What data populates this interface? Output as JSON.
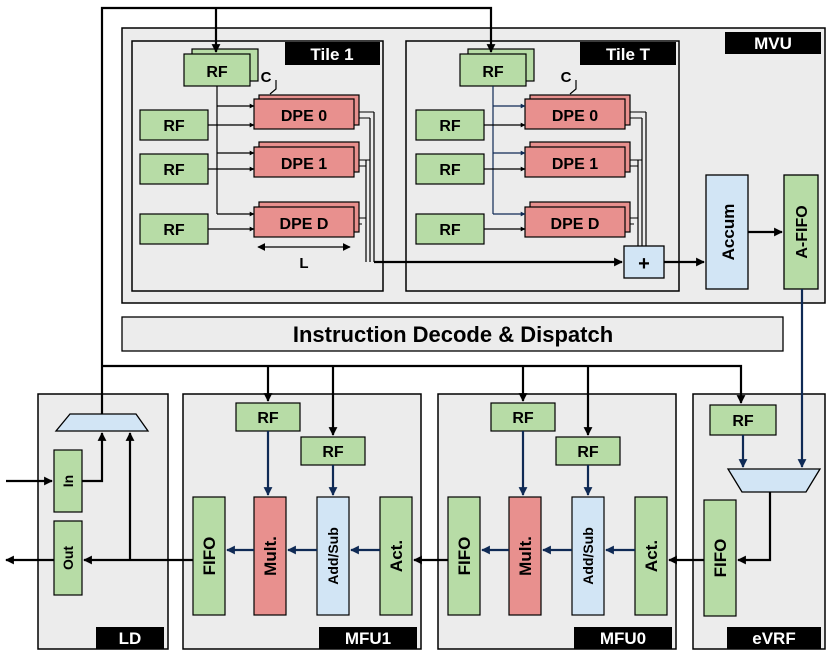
{
  "colors": {
    "panel": "#ececec",
    "rf": "#b7dca6",
    "dpe": "#e8908e",
    "blue": "#d2e5f5",
    "dark_blue": "#0f2a55",
    "label_bg": "#000000"
  },
  "mvu": {
    "label": "MVU",
    "tile_1": {
      "label": "Tile 1",
      "rf_top": "RF",
      "c_label": "C",
      "rf_left": [
        "RF",
        "RF",
        "RF"
      ],
      "dpe": [
        "DPE 0",
        "DPE 1",
        "DPE D"
      ],
      "l_label": "L"
    },
    "tile_t": {
      "label": "Tile T",
      "rf_top": "RF",
      "c_label": "C",
      "rf_left": [
        "RF",
        "RF",
        "RF"
      ],
      "dpe": [
        "DPE 0",
        "DPE 1",
        "DPE D"
      ]
    },
    "adder": "+",
    "accum": "Accum",
    "afifo": "A-FIFO"
  },
  "decode": "Instruction Decode & Dispatch",
  "ld": {
    "label": "LD",
    "in": "In",
    "out": "Out"
  },
  "mfu1": {
    "label": "MFU1",
    "rf1": "RF",
    "rf2": "RF",
    "fifo": "FIFO",
    "mult": "Mult.",
    "addsub": "Add/Sub",
    "act": "Act."
  },
  "mfu0": {
    "label": "MFU0",
    "rf1": "RF",
    "rf2": "RF",
    "fifo": "FIFO",
    "mult": "Mult.",
    "addsub": "Add/Sub",
    "act": "Act."
  },
  "evrf": {
    "label": "eVRF",
    "rf": "RF",
    "fifo": "FIFO"
  }
}
